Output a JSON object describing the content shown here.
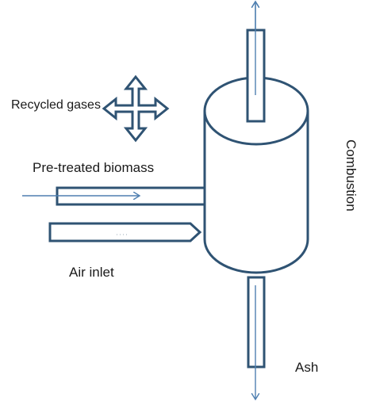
{
  "labels": {
    "recycled_gases": "Recycled gases",
    "pretreated_biomass": "Pre-treated biomass",
    "air_inlet": "Air inlet",
    "ash": "Ash",
    "combustion": "Combustion"
  },
  "colors": {
    "outline": "#2f5373",
    "arrow": "#4f7fb0",
    "text": "#1a1a1a"
  }
}
